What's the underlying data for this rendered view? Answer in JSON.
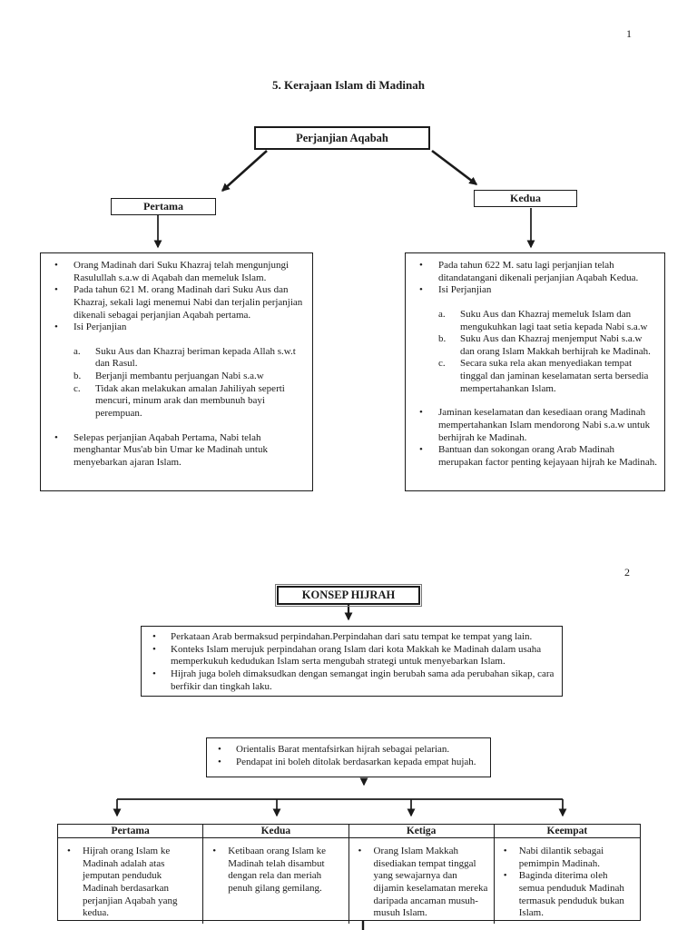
{
  "page1": {
    "page_number": "1",
    "title": "5. Kerajaan Islam di Madinah",
    "root_label": "Perjanjian Aqabah",
    "first_label": "Pertama",
    "second_label": "Kedua",
    "first_box": {
      "bullets": [
        "Orang Madinah dari Suku Khazraj telah mengunjungi Rasulullah s.a.w di Aqabah dan memeluk Islam.",
        "Pada tahun 621 M. orang Madinah dari Suku Aus dan Khazraj, sekali lagi menemui Nabi dan terjalin perjanjian dikenali sebagai perjanjian Aqabah pertama.",
        "Isi Perjanjian"
      ],
      "sub_items": [
        "Suku Aus dan Khazraj beriman kepada Allah s.w.t dan Rasul.",
        "Berjanji membantu perjuangan Nabi s.a.w",
        "Tidak akan melakukan amalan Jahiliyah seperti mencuri, minum arak dan membunuh bayi perempuan."
      ],
      "bullets_bottom": [
        "Selepas perjanjian Aqabah Pertama, Nabi telah menghantar Mus'ab bin Umar ke Madinah untuk menyebarkan ajaran Islam."
      ]
    },
    "second_box": {
      "bullets": [
        "Pada tahun 622 M. satu lagi perjanjian telah ditandatangani dikenali perjanjian Aqabah Kedua.",
        "Isi Perjanjian"
      ],
      "sub_items": [
        "Suku Aus dan Khazraj memeluk Islam dan mengukuhkan lagi taat setia kepada Nabi s.a.w",
        "Suku Aus dan Khazraj menjemput Nabi s.a.w dan orang Islam Makkah berhijrah ke Madinah.",
        "Secara suka rela akan menyediakan tempat tinggal dan jaminan keselamatan serta bersedia mempertahankan Islam."
      ],
      "bullets_bottom": [
        "Jaminan keselamatan dan kesediaan orang Madinah mempertahankan Islam mendorong Nabi s.a.w untuk berhijrah ke Madinah.",
        "Bantuan dan sokongan orang Arab Madinah merupakan factor penting kejayaan hijrah ke Madinah."
      ]
    }
  },
  "page2": {
    "page_number": "2",
    "concept_label": "KONSEP HIJRAH",
    "definition_bullets": [
      "Perkataan Arab bermaksud perpindahan.Perpindahan dari satu tempat ke tempat yang lain.",
      "Konteks Islam merujuk perpindahan orang Islam dari kota Makkah ke Madinah dalam usaha memperkukuh kedudukan Islam serta mengubah strategi untuk menyebarkan Islam.",
      "Hijrah juga boleh dimaksudkan dengan semangat ingin berubah sama ada perubahan sikap, cara berfikir dan tingkah laku."
    ],
    "rebuttal_bullets": [
      "Orientalis Barat mentafsirkan hijrah sebagai pelarian.",
      "Pendapat ini boleh ditolak berdasarkan kepada empat hujah."
    ],
    "table": {
      "headers": [
        "Pertama",
        "Kedua",
        "Ketiga",
        "Keempat"
      ],
      "cells": [
        [
          "Hijrah orang Islam ke Madinah adalah atas jemputan penduduk Madinah berdasarkan perjanjian Aqabah yang kedua."
        ],
        [
          "Ketibaan orang Islam ke Madinah telah disambut dengan rela dan meriah penuh gilang gemilang."
        ],
        [
          "Orang Islam Makkah disediakan tempat tinggal yang sewajarnya dan dijamin keselamatan mereka daripada ancaman musuh-musuh Islam."
        ],
        [
          "Nabi dilantik sebagai pemimpin Madinah.",
          "Baginda diterima oleh semua penduduk Madinah termasuk penduduk bukan Islam."
        ]
      ]
    }
  }
}
